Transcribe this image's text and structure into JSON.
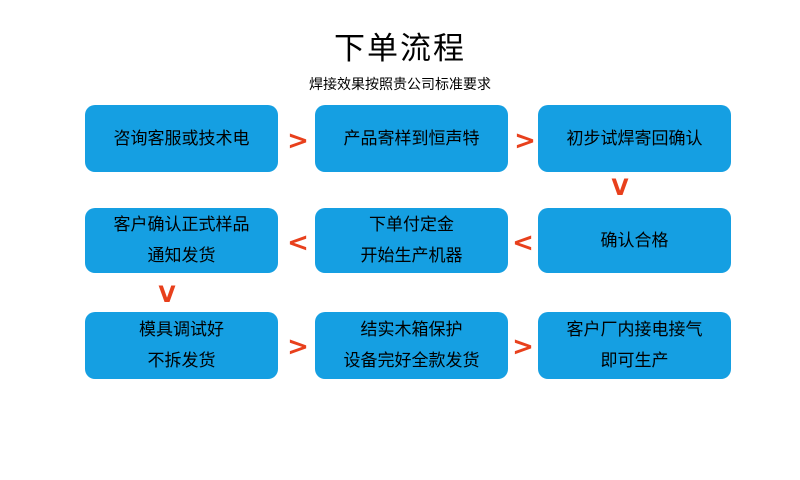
{
  "header": {
    "title": "下单流程",
    "subtitle": "焊接效果按照贵公司标准要求"
  },
  "colors": {
    "box_fill": "#159fe2",
    "arrow": "#e8401c",
    "text": "#000000",
    "background": "#ffffff"
  },
  "flow": {
    "rows": [
      {
        "direction": "left-to-right",
        "boxes": [
          {
            "lines": [
              "咨询客服或技术电"
            ]
          },
          {
            "lines": [
              "产品寄样到恒声特"
            ]
          },
          {
            "lines": [
              "初步试焊寄回确认"
            ]
          }
        ]
      },
      {
        "direction": "right-to-left",
        "boxes": [
          {
            "lines": [
              "客户确认正式样品",
              "通知发货"
            ]
          },
          {
            "lines": [
              "下单付定金",
              "开始生产机器"
            ]
          },
          {
            "lines": [
              "确认合格"
            ]
          }
        ]
      },
      {
        "direction": "left-to-right",
        "boxes": [
          {
            "lines": [
              "模具调试好",
              "不拆发货"
            ]
          },
          {
            "lines": [
              "结实木箱保护",
              "设备完好全款发货"
            ]
          },
          {
            "lines": [
              "客户厂内接电接气",
              "即可生产"
            ]
          }
        ]
      }
    ],
    "connectors": {
      "row1_c1_c2": ">",
      "row1_c2_c3": ">",
      "row1_to_row2": "V",
      "row2_c3_c2": "<",
      "row2_c2_c1": "<",
      "row2_to_row3": "V",
      "row3_c1_c2": ">",
      "row3_c2_c3": ">"
    }
  }
}
